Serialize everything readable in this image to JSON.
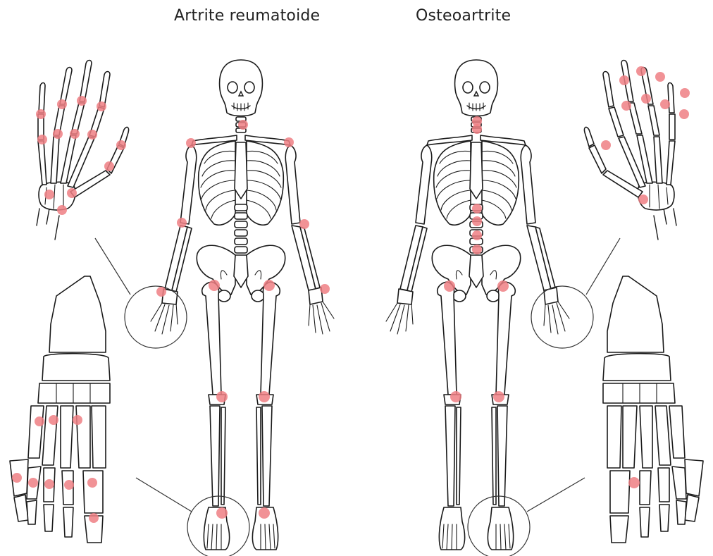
{
  "titles": {
    "left": "Artrite reumatoide",
    "right": "Osteoartrite"
  },
  "colors": {
    "highlight": "#ee7f84",
    "line": "#1a1a1a",
    "background": "#ffffff"
  },
  "figures": [
    {
      "id": "rheumatoid-arthritis",
      "affected_joints": [
        "neck",
        "shoulders",
        "elbows",
        "wrists",
        "hands",
        "hips",
        "knees",
        "ankles",
        "feet"
      ]
    },
    {
      "id": "osteoarthritis",
      "affected_joints": [
        "neck",
        "lower-spine",
        "hands",
        "hips",
        "knees",
        "foot-big-toe"
      ]
    }
  ]
}
